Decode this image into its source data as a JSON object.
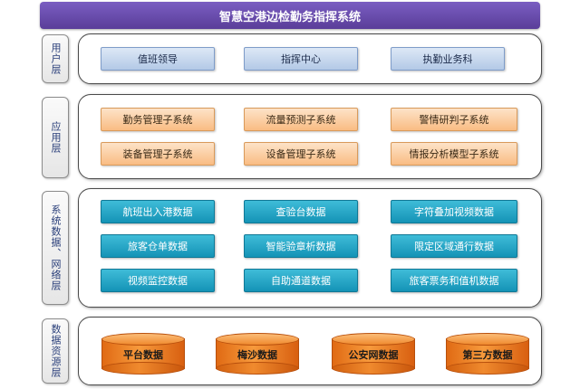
{
  "title": "智慧空港边检勤务指挥系统",
  "layers": [
    {
      "label": "用户层",
      "modules": [
        "值班领导",
        "指挥中心",
        "执勤业务科"
      ]
    },
    {
      "label": "应用层",
      "modules": [
        "勤务管理子系统",
        "流量预测子系统",
        "警情研判子系统",
        "装备管理子系统",
        "设备管理子系统",
        "情报分析模型子系统"
      ]
    },
    {
      "label": "系统数据、网络层",
      "modules": [
        "航班出入港数据",
        "查验台数据",
        "字符叠加视频数据",
        "旅客仓单数据",
        "智能验章析数据",
        "限定区域通行数据",
        "视频监控数据",
        "自助通道数据",
        "旅客票务和值机数据"
      ]
    },
    {
      "label": "数据资源层",
      "databases": [
        "平台数据",
        "梅沙数据",
        "公安网数据",
        "第三方数据"
      ]
    }
  ],
  "colors": {
    "title_bar": "#6a4fb0",
    "user_module": "#c5d6ee",
    "app_module": "#fbcf9f",
    "data_module": "#2aa8c8",
    "database": "#f08a2e"
  }
}
